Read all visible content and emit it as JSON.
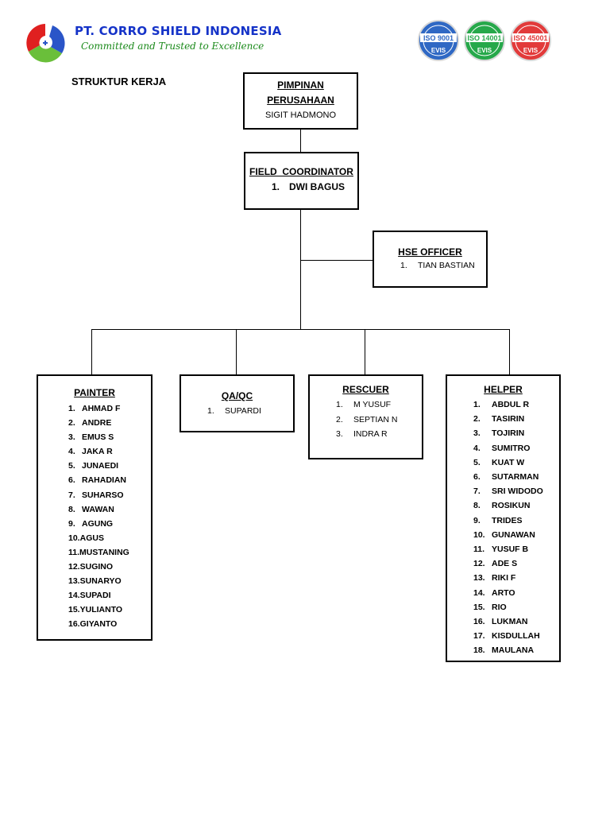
{
  "header": {
    "company_name": "PT. CORRO SHIELD INDONESIA",
    "tagline": "Committed and Trusted to Excellence",
    "certifications": [
      {
        "label": "ISO 9001",
        "sub": "EVIS",
        "color": "#2f68c4"
      },
      {
        "label": "ISO 14001",
        "sub": "EVIS",
        "color": "#26a84a"
      },
      {
        "label": "ISO 45001",
        "sub": "EVIS",
        "color": "#e23a3a"
      }
    ]
  },
  "doc_title": "STRUKTUR KERJA",
  "org": {
    "director": {
      "title_line1": "PIMPINAN",
      "title_line2": "PERUSAHAAN",
      "name": "SIGIT HADMONO"
    },
    "coordinator": {
      "title": "FIELD  COORDINATOR",
      "members": [
        "DWI BAGUS"
      ]
    },
    "hse": {
      "title": "HSE OFFICER",
      "members": [
        "TIAN BASTIAN"
      ]
    },
    "painter": {
      "title": "PAINTER",
      "members": [
        "AHMAD F",
        "ANDRE",
        "EMUS S",
        "JAKA R",
        "JUNAEDI",
        "RAHADIAN",
        "SUHARSO",
        "WAWAN",
        "AGUNG",
        "AGUS",
        "MUSTANING",
        "SUGINO",
        "SUNARYO",
        "SUPADI",
        "YULIANTO",
        "GIYANTO"
      ]
    },
    "qaqc": {
      "title": "QA/QC",
      "members": [
        "SUPARDI"
      ]
    },
    "rescuer": {
      "title": "RESCUER",
      "members": [
        "M YUSUF",
        "SEPTIAN N",
        "INDRA R"
      ]
    },
    "helper": {
      "title": "HELPER",
      "members": [
        "ABDUL R",
        "TASIRIN",
        "TOJIRIN",
        "SUMITRO",
        "KUAT W",
        "SUTARMAN",
        "SRI WIDODO",
        "ROSIKUN",
        "TRIDES",
        "GUNAWAN",
        "YUSUF B",
        "ADE S",
        "RIKI F",
        "ARTO",
        "RIO",
        "LUKMAN",
        "KISDULLAH",
        "MAULANA"
      ]
    }
  }
}
